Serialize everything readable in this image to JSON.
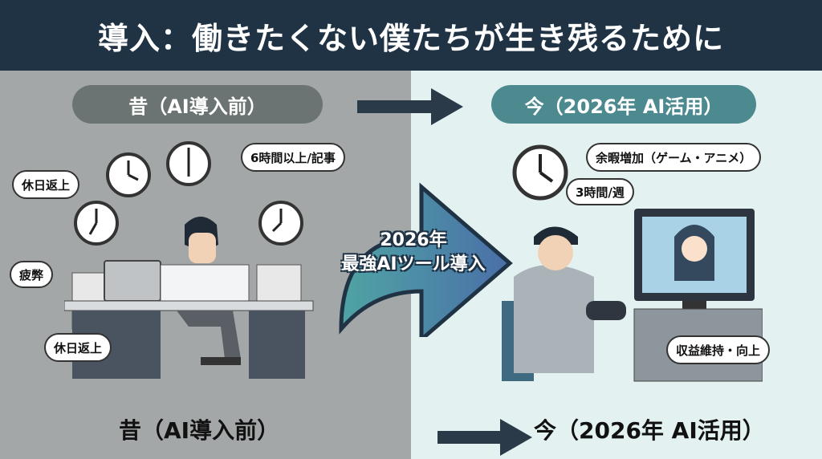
{
  "header": {
    "title": "導入：働きたくない僕たちが生き残るために"
  },
  "before": {
    "label": "昔（AI導入前）",
    "bubbles": [
      "6時間以上/記事",
      "休日返上",
      "疲弊",
      "休日返上"
    ]
  },
  "after": {
    "label": "今（2026年 AI活用）",
    "bubbles": [
      "余暇増加（ゲーム・アニメ）",
      "3時間/週",
      "収益維持・向上"
    ]
  },
  "transition": {
    "line1": "2026年",
    "line2": "最強AIツール導入"
  },
  "footer": {
    "before": "昔（AI導入前）",
    "after": "今（2026年 AI活用）"
  },
  "colors": {
    "header": "#1f3345",
    "before_pill": "#6b7472",
    "after_pill": "#4d8a90",
    "arrow": "#2a3a48"
  }
}
